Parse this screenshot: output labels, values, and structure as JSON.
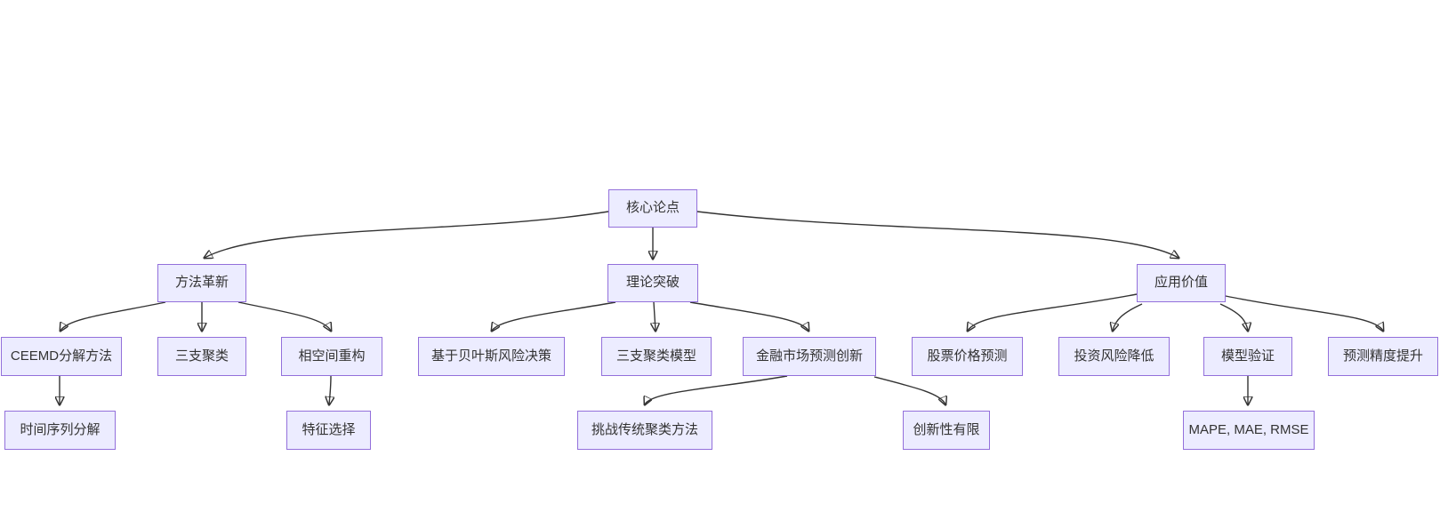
{
  "diagram": {
    "type": "flowchart-top-down",
    "colors": {
      "background": "#ffffff",
      "node_fill": "#ECECFF",
      "node_border": "#9370DB",
      "node_text": "#333333",
      "edge": "#333333"
    },
    "nodes": {
      "root": {
        "label": "核心论点",
        "level": 0
      },
      "method": {
        "label": "方法革新",
        "level": 1
      },
      "theory": {
        "label": "理论突破",
        "level": 1
      },
      "application": {
        "label": "应用价值",
        "level": 1
      },
      "ceemd": {
        "label": "CEEMD分解方法",
        "level": 2
      },
      "three_way": {
        "label": "三支聚类",
        "level": 2
      },
      "phase_space": {
        "label": "相空间重构",
        "level": 2
      },
      "bayes": {
        "label": "基于贝叶斯风险决策",
        "level": 2
      },
      "three_way_model": {
        "label": "三支聚类模型",
        "level": 2
      },
      "fin_innovation": {
        "label": "金融市场预测创新",
        "level": 2
      },
      "stock_pred": {
        "label": "股票价格预测",
        "level": 2
      },
      "risk_reduce": {
        "label": "投资风险降低",
        "level": 2
      },
      "model_valid": {
        "label": "模型验证",
        "level": 2
      },
      "precision": {
        "label": "预测精度提升",
        "level": 2
      },
      "ts_decomp": {
        "label": "时间序列分解",
        "level": 3
      },
      "feature_sel": {
        "label": "特征选择",
        "level": 3
      },
      "challenge": {
        "label": "挑战传统聚类方法",
        "level": 3
      },
      "limited_innov": {
        "label": "创新性有限",
        "level": 3
      },
      "metrics": {
        "label": "MAPE, MAE, RMSE",
        "level": 3
      }
    },
    "edges": [
      {
        "from": "核心论点",
        "to": "方法革新"
      },
      {
        "from": "核心论点",
        "to": "理论突破"
      },
      {
        "from": "核心论点",
        "to": "应用价值"
      },
      {
        "from": "方法革新",
        "to": "CEEMD分解方法"
      },
      {
        "from": "方法革新",
        "to": "三支聚类"
      },
      {
        "from": "方法革新",
        "to": "相空间重构"
      },
      {
        "from": "理论突破",
        "to": "基于贝叶斯风险决策"
      },
      {
        "from": "理论突破",
        "to": "三支聚类模型"
      },
      {
        "from": "理论突破",
        "to": "金融市场预测创新"
      },
      {
        "from": "应用价值",
        "to": "股票价格预测"
      },
      {
        "from": "应用价值",
        "to": "投资风险降低"
      },
      {
        "from": "应用价值",
        "to": "模型验证"
      },
      {
        "from": "应用价值",
        "to": "预测精度提升"
      },
      {
        "from": "CEEMD分解方法",
        "to": "时间序列分解"
      },
      {
        "from": "相空间重构",
        "to": "特征选择"
      },
      {
        "from": "金融市场预测创新",
        "to": "挑战传统聚类方法"
      },
      {
        "from": "金融市场预测创新",
        "to": "创新性有限"
      },
      {
        "from": "模型验证",
        "to": "MAPE, MAE, RMSE"
      }
    ]
  }
}
